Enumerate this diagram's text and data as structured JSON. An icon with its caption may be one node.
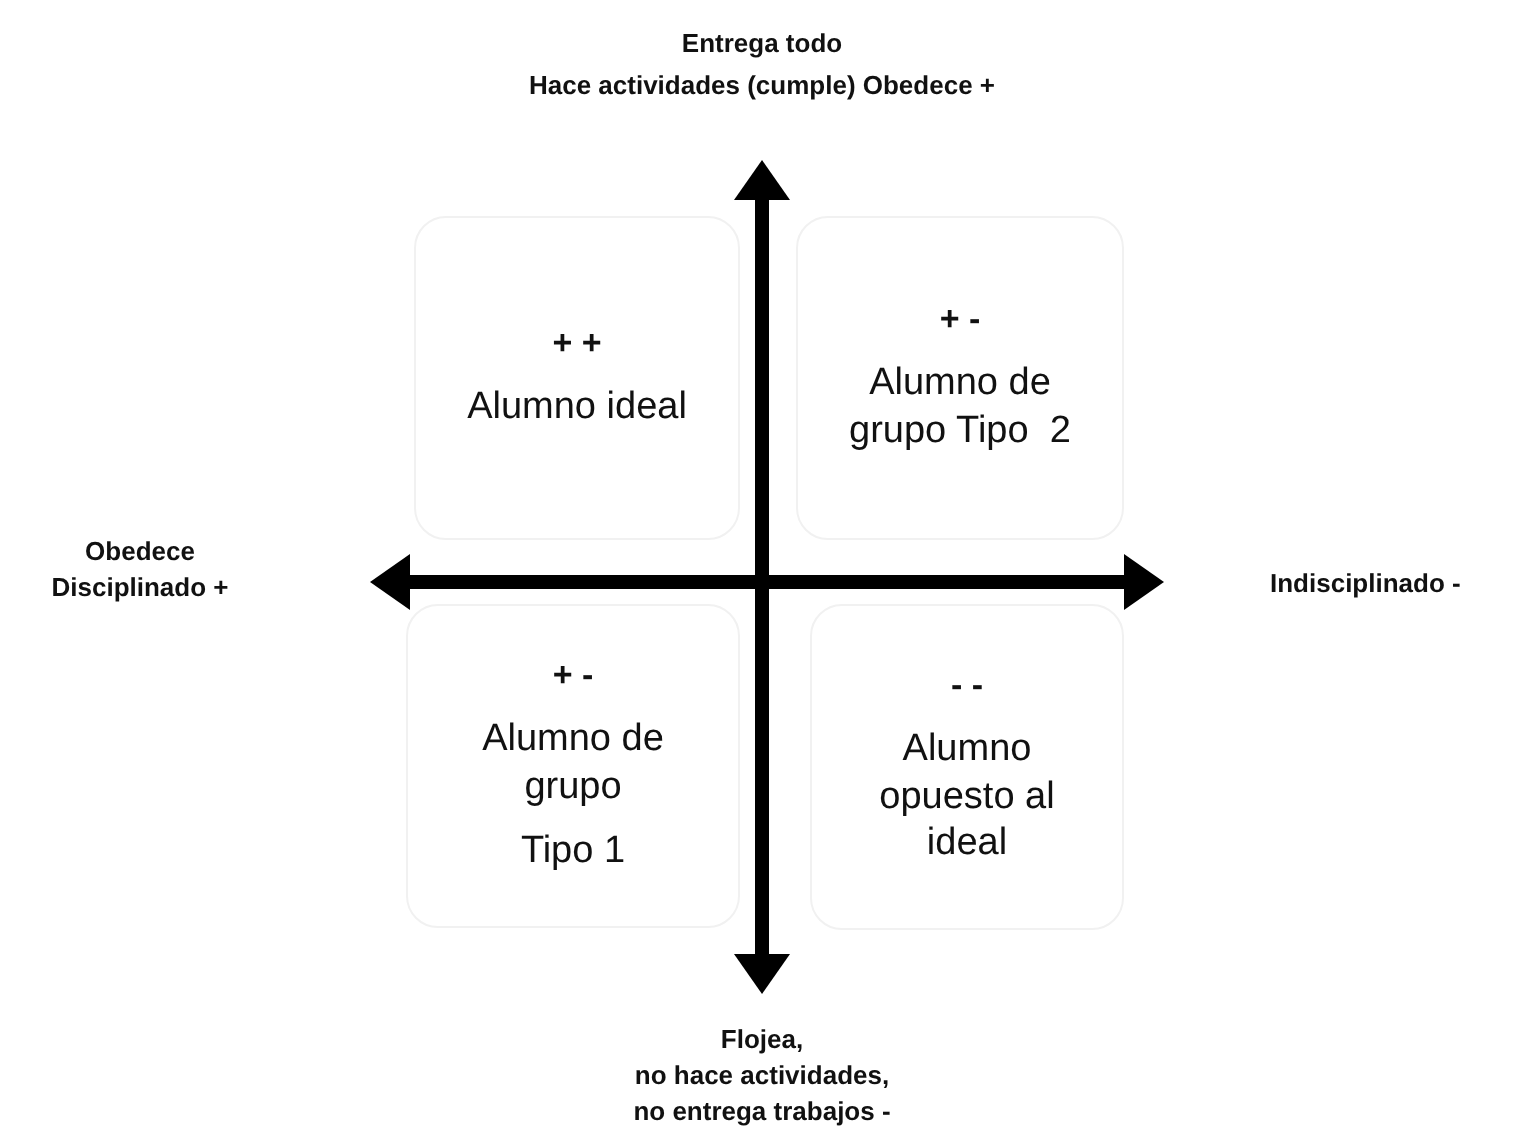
{
  "diagram": {
    "nodes": [
      {
        "text": [
          "+ +",
          "Alumno ideal"
        ]
      },
      {
        "text": [
          "+ -",
          "Alumno de grupo Tipo  2"
        ]
      },
      {
        "text": [
          "+ -",
          "Alumno de grupo",
          "Tipo 1"
        ]
      },
      {
        "text": [
          "- -",
          "Alumno opuesto al ideal"
        ]
      }
    ],
    "labels": [
      "Entrega todo",
      "Hace actividades (cumple) Obedece +",
      "Obedece",
      "Disciplinado +",
      "Indisciplinado -",
      "Flojea,",
      "no hace actividades,",
      "no entrega trabajos -"
    ]
  }
}
